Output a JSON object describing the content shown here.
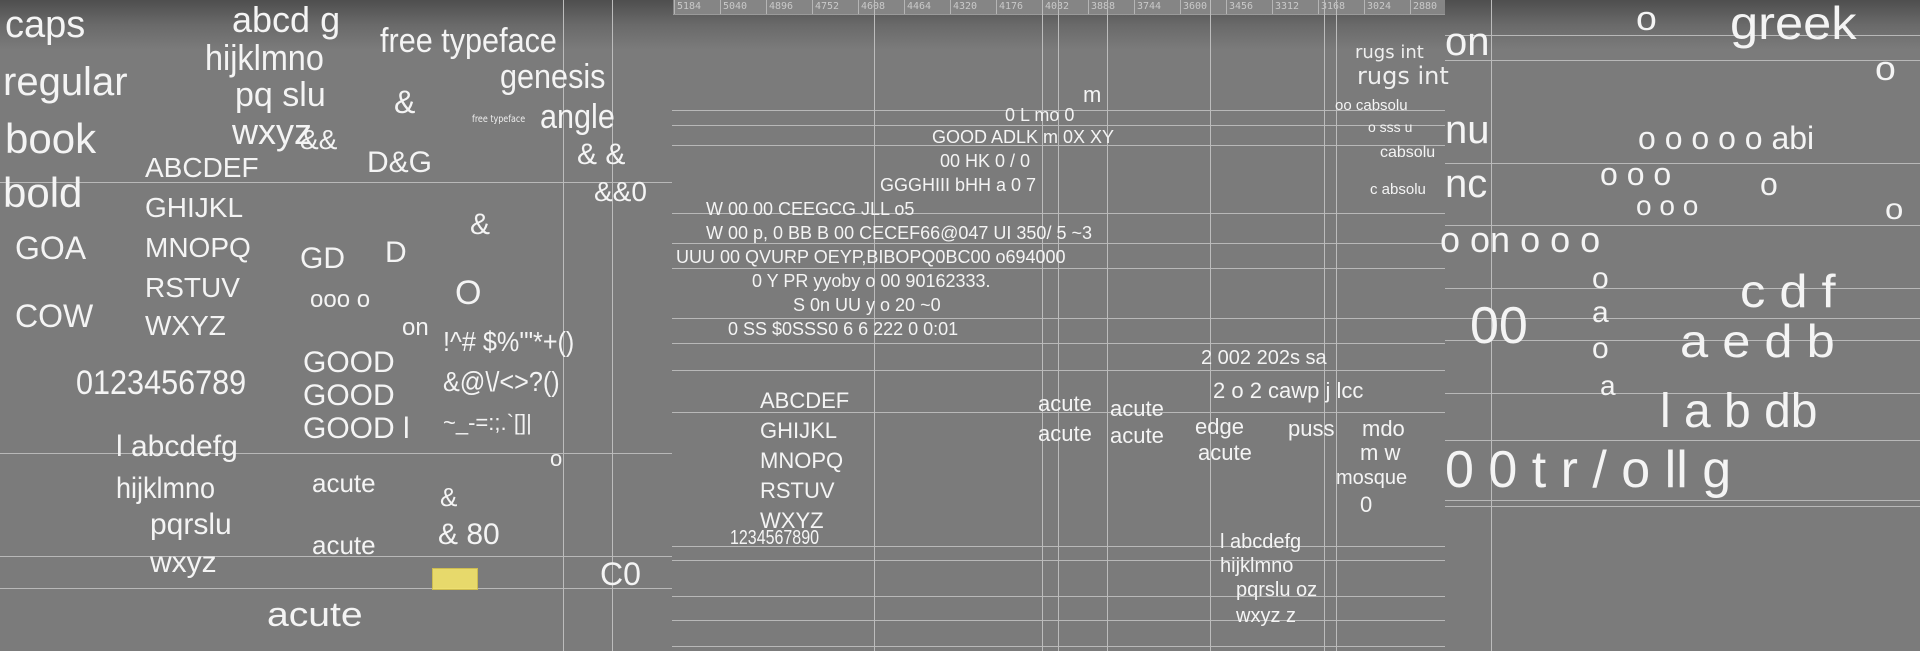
{
  "ruler": {
    "ticks": [
      "5184",
      "5040",
      "4896",
      "4752",
      "4608",
      "4464",
      "4320",
      "4176",
      "4032",
      "3888",
      "3744",
      "3600",
      "3456",
      "3312",
      "3168",
      "3024",
      "2880"
    ]
  },
  "canvas": {
    "left": [
      "caps",
      "regular",
      "book",
      "bold",
      "abcd  g",
      "hijklmno",
      "pq slu",
      "wxyz",
      "free typeface",
      "genesis",
      "angle",
      "&",
      "D&G",
      "&  &",
      "&&0",
      "ABCDEF",
      "GHIJKL",
      "MNOPQ",
      "RSTUV",
      "WXYZ",
      "GOA",
      "COW",
      "0123456789",
      "GD",
      "D",
      "ooo  o",
      "on",
      "GOOD",
      "GOOD",
      "GOOD  l",
      "!^# $%'\"*+()",
      "&@\\/<>?()",
      "~_-=:;.`[]|",
      "l abcdefg",
      "hijklmno",
      "pqrslu",
      "wxyz",
      "acute",
      "acute",
      "acute",
      "&",
      "&   80",
      "C0",
      "free typeface",
      "&&",
      "&",
      "O",
      "o"
    ],
    "middle": [
      "m",
      "0   L  mo   0",
      "GOOD  ADLK  m   0X   XY",
      "00        HK 0    /   0",
      "GGGHIII  bHH  a 0  7",
      "W  00 00   CEEGCG        JLL   o5",
      "W    00       p, 0   BB B 00   CECEF66@047 UI 350/  5 ~3",
      "UUU  00 QVURP OEYP,BIBOPQ0BC00 o694000",
      "0            Y  PR    yyoby o        00  90162333.",
      "S  0n UU            y            o  20 ~0",
      "0  SS $0SSS0           6        6   222   0  0:01",
      "2   002  202s    sa",
      "2 o  2   cawp  j lcc",
      "ABCDEF",
      "GHIJKL",
      "MNOPQ",
      "RSTUV",
      "WXYZ",
      "1234567890",
      "acute",
      "acute",
      "acute",
      "acute",
      "edge",
      "acute",
      "puss",
      "mdo",
      "m  w",
      "mosque",
      "0",
      "l abcdefg",
      "hijklmno",
      "pqrslu  oz",
      "wxyz    z",
      "rugs int",
      "rugs int",
      "oo  cabsolu",
      "o   sss  u",
      "cabsolu",
      "c absolu"
    ],
    "right": [
      "greek",
      "on",
      "nu",
      "nc",
      "o on o o o",
      "o",
      "o o o o o abi",
      "o o o",
      "o o o",
      "c d f",
      "a e d b",
      "l  a  b  db",
      "0 0  t r  / o ll  g",
      "00",
      "o",
      "a",
      "o",
      "a",
      "o",
      "o",
      "o"
    ]
  }
}
